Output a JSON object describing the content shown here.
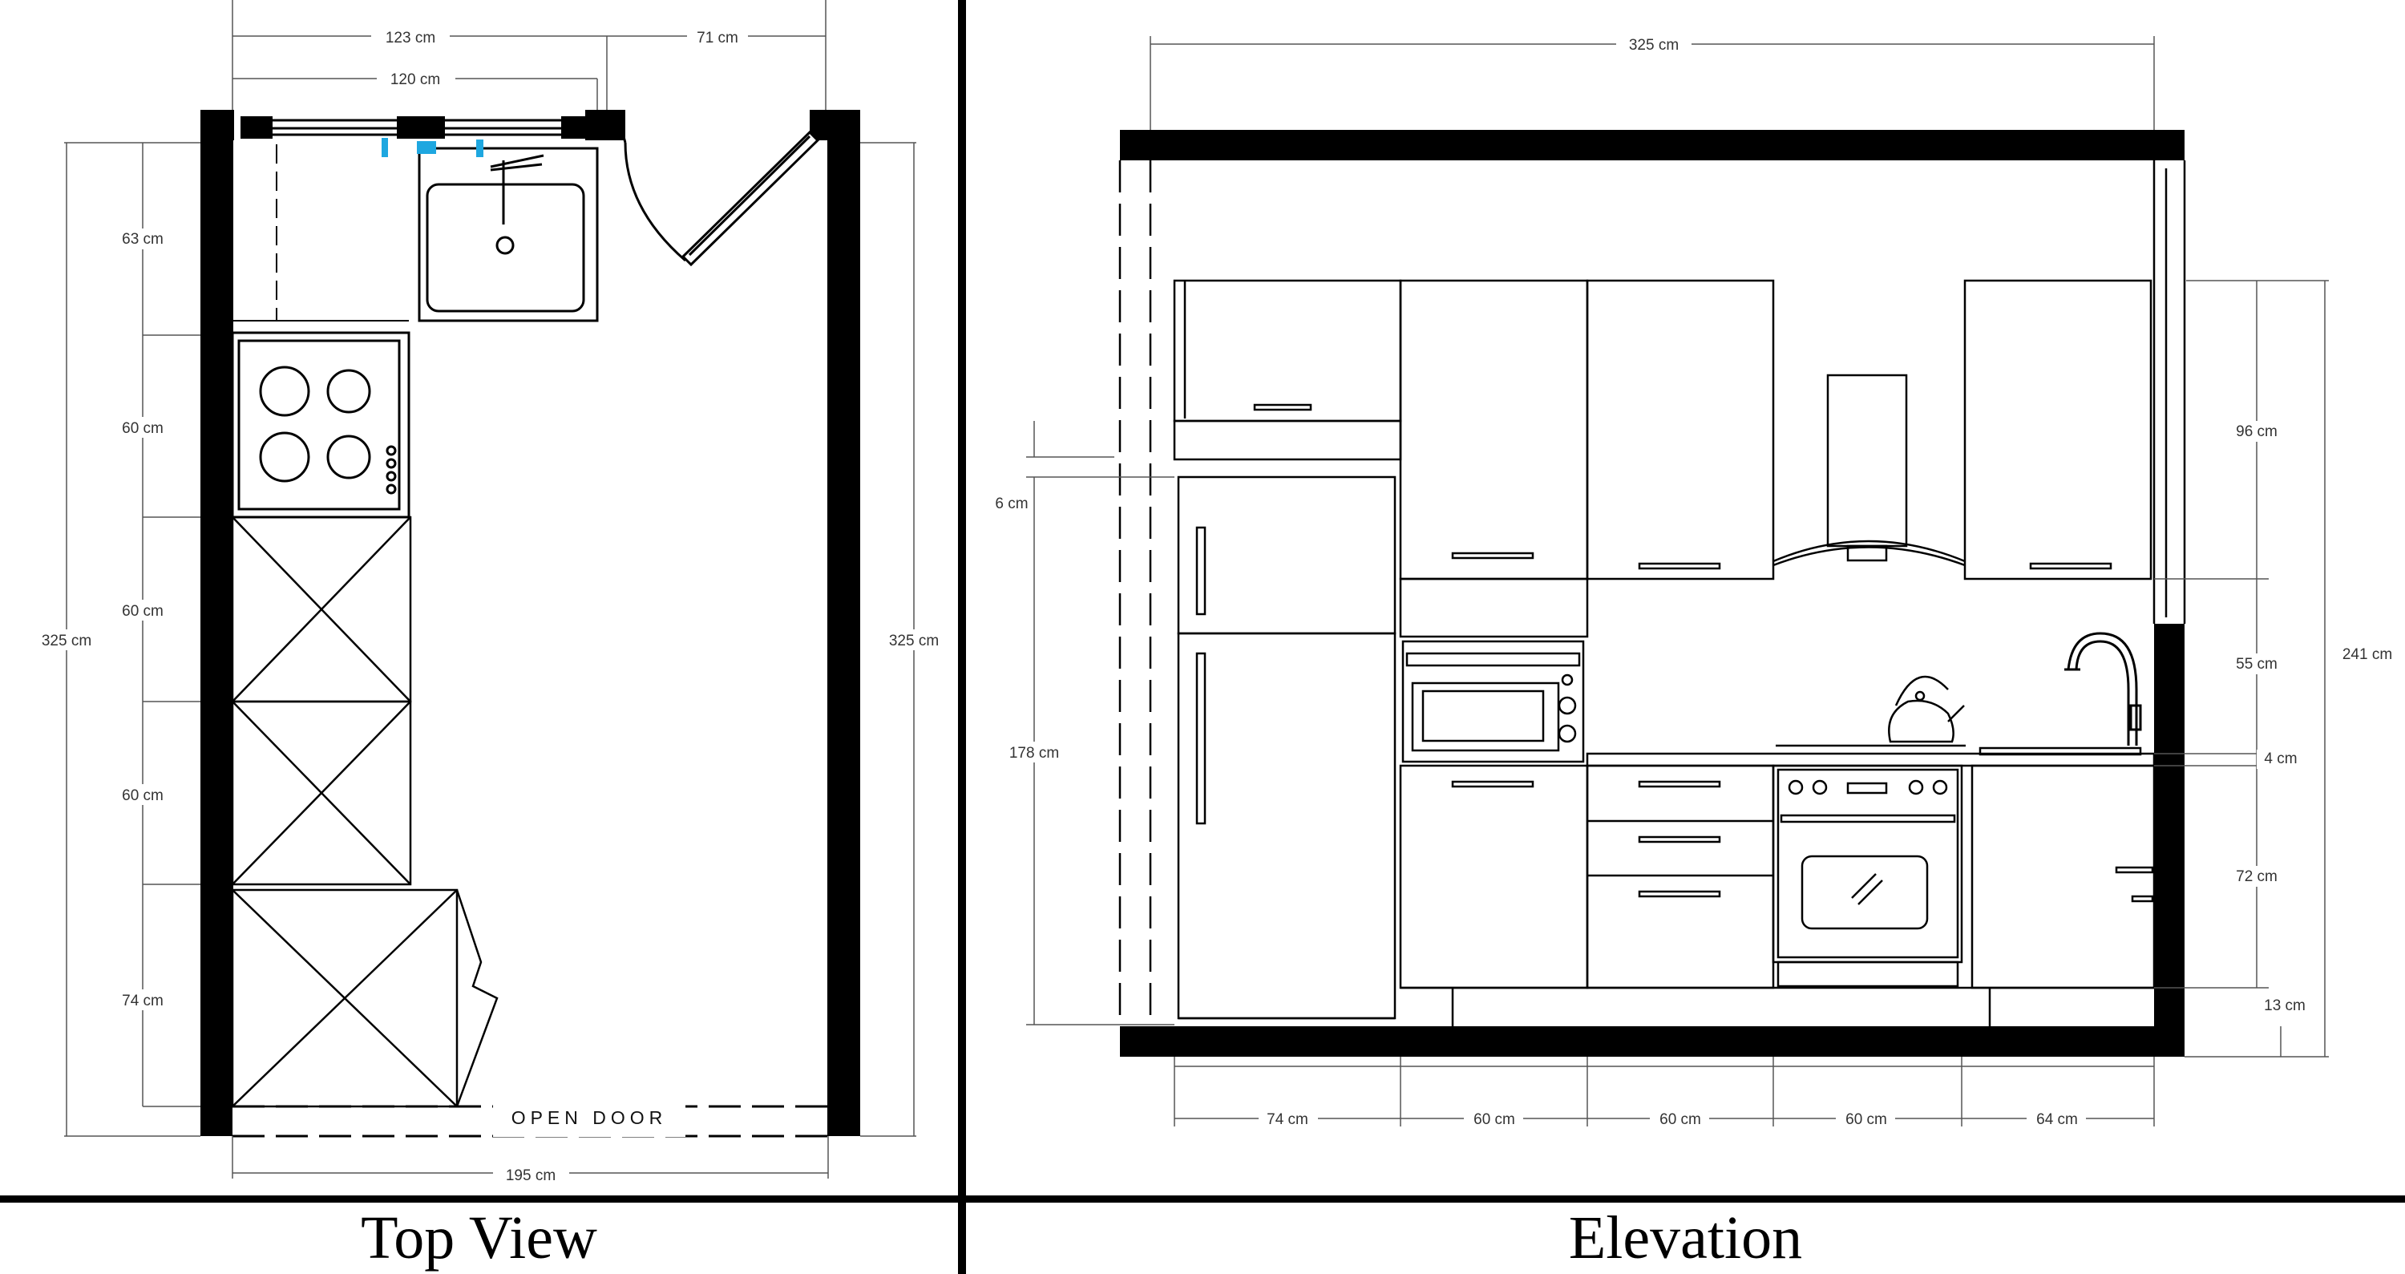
{
  "captions": {
    "top_view": "Top View",
    "elevation": "Elevation"
  },
  "top_view": {
    "dims": {
      "d123": "123 cm",
      "d71": "71 cm",
      "d120": "120 cm",
      "d63": "63 cm",
      "d60a": "60 cm",
      "d60b": "60 cm",
      "d60c": "60 cm",
      "d74": "74 cm",
      "d325l": "325 cm",
      "d325r": "325 cm",
      "d195": "195 cm"
    },
    "open_door": "OPEN  DOOR"
  },
  "elevation": {
    "dims": {
      "d325": "325 cm",
      "d178": "178 cm",
      "d6": "6 cm",
      "d96": "96 cm",
      "d55": "55 cm",
      "d4": "4 cm",
      "d72": "72 cm",
      "d13": "13 cm",
      "d241": "241 cm",
      "w74": "74 cm",
      "w60a": "60 cm",
      "w60b": "60 cm",
      "w60c": "60 cm",
      "w64": "64 cm"
    }
  },
  "colors": {
    "line": "#000000",
    "dim_line": "#555555",
    "accent": "#1ea7e0"
  }
}
